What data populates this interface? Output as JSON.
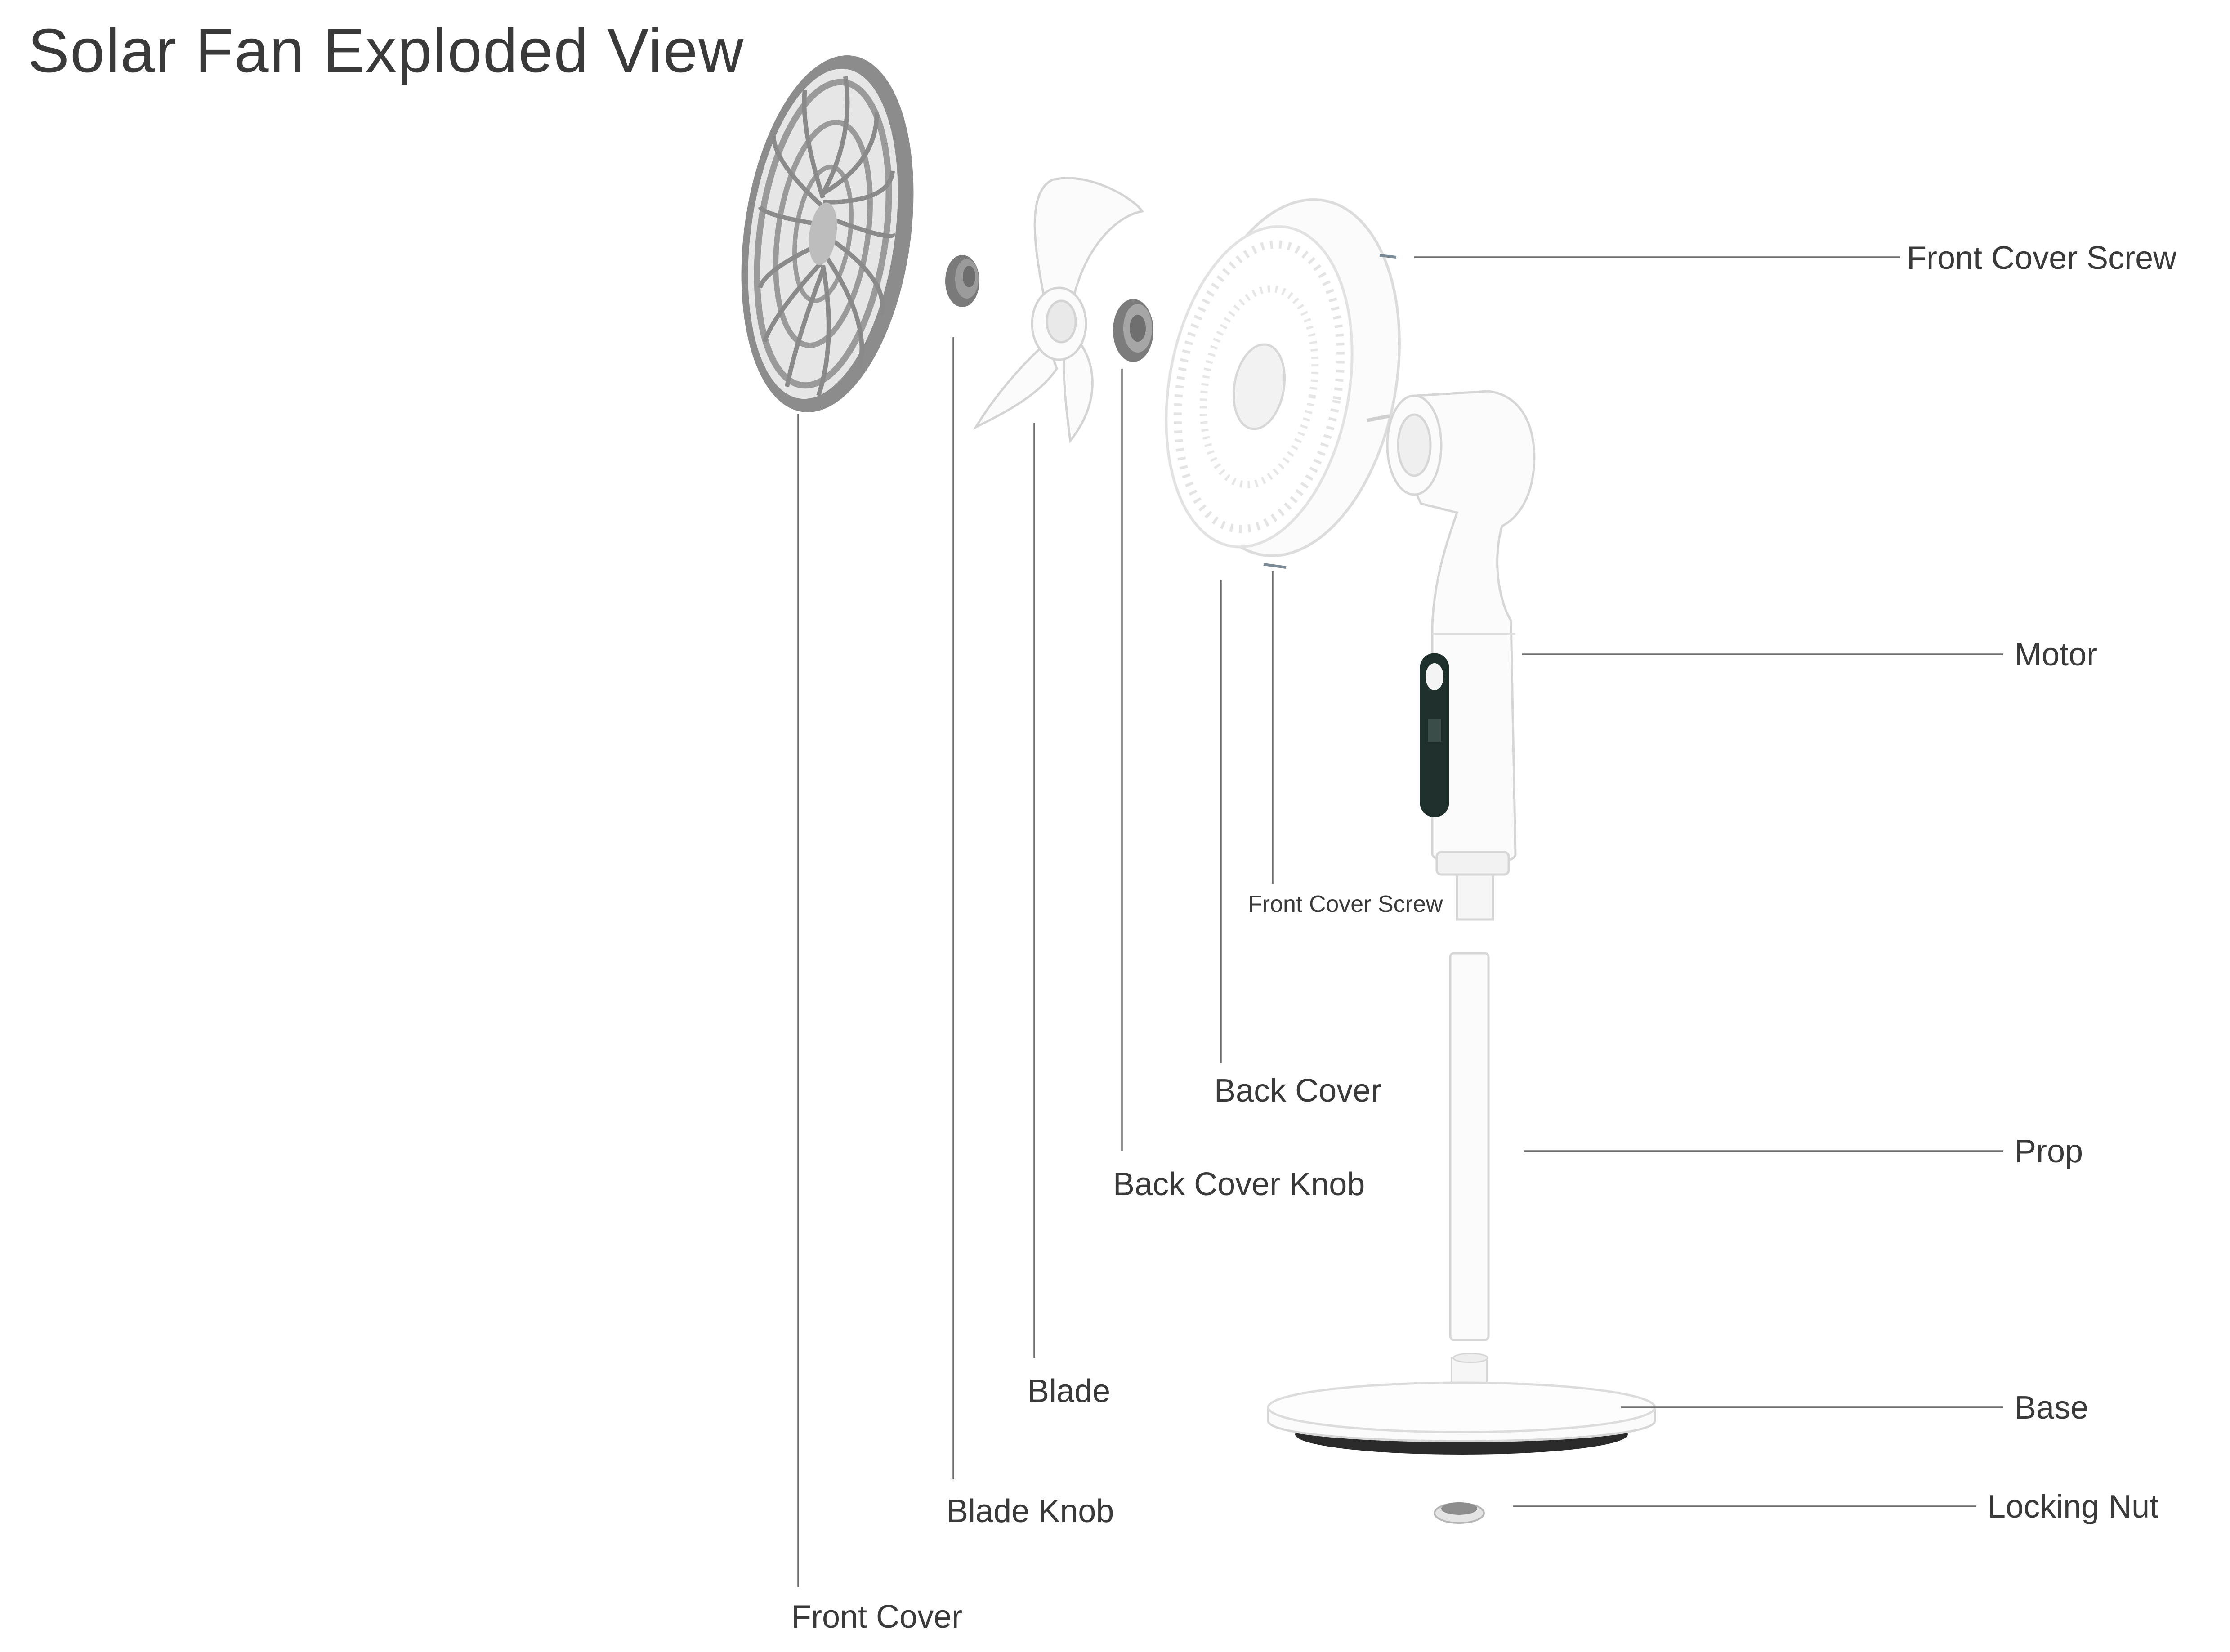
{
  "title": "Solar Fan Exploded View",
  "labels": {
    "front_cover_screw_top": "Front Cover Screw",
    "motor": "Motor",
    "front_cover_screw_mid": "Front Cover Screw",
    "back_cover": "Back Cover",
    "back_cover_knob": "Back Cover Knob",
    "prop": "Prop",
    "blade": "Blade",
    "base": "Base",
    "locking_nut": "Locking Nut",
    "blade_knob": "Blade Knob",
    "front_cover": "Front Cover"
  },
  "colors": {
    "front_cover": "#8a8a8a",
    "knob": "#7a7a7a",
    "part_outline": "#d8d8d8",
    "part_fill": "#fbfbfb",
    "leader": "#6e6e6e",
    "display": "#1f2f2c"
  }
}
